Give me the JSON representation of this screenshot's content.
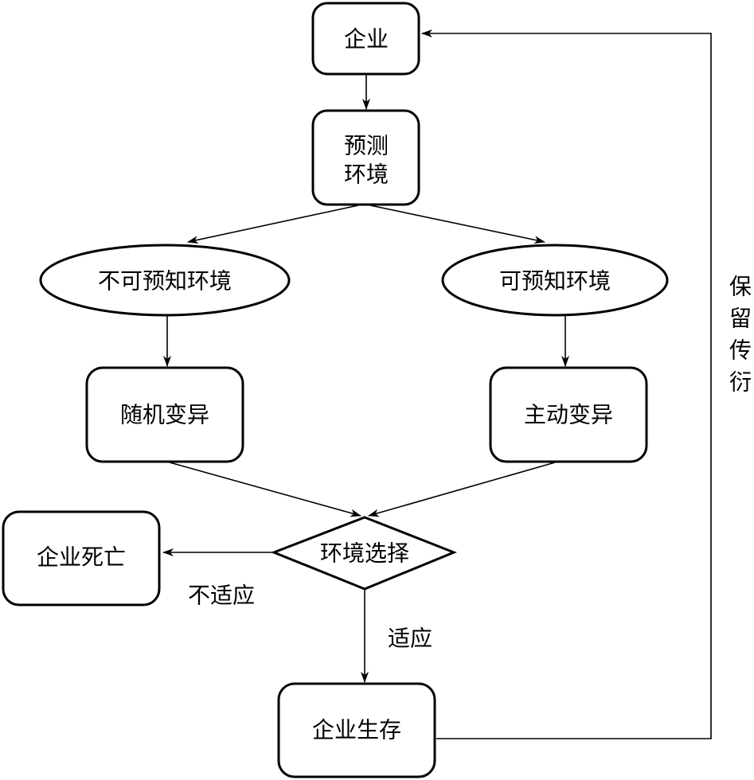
{
  "nodes": {
    "enterprise": "企业",
    "predict_line1": "预测",
    "predict_line2": "环境",
    "unpredictable_env": "不可预知环境",
    "predictable_env": "可预知环境",
    "random_variation": "随机变异",
    "active_variation": "主动变异",
    "env_selection": "环境选择",
    "enterprise_death": "企业死亡",
    "enterprise_survival": "企业生存"
  },
  "edges": {
    "not_adapted": "不适应",
    "adapted": "适应",
    "retain_1": "保",
    "retain_2": "留",
    "retain_3": "传",
    "retain_4": "衍"
  },
  "colors": {
    "stroke": "#000000",
    "background": "#ffffff"
  }
}
